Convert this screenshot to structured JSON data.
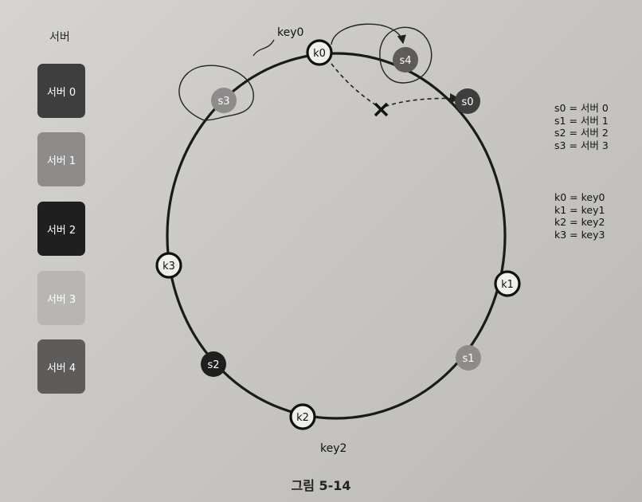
{
  "legend": {
    "title": "서버",
    "servers": [
      {
        "label": "서버 0",
        "color": "#3e3e3e",
        "text_color": "#ffffff"
      },
      {
        "label": "서버 1",
        "color": "#8e8c8a",
        "text_color": "#ffffff"
      },
      {
        "label": "서버 2",
        "color": "#1f1f1f",
        "text_color": "#ffffff"
      },
      {
        "label": "서버 3",
        "color": "#b8b6b3",
        "text_color": "#ffffff"
      },
      {
        "label": "서버 4",
        "color": "#5e5c5a",
        "text_color": "#ffffff"
      }
    ]
  },
  "server_mapping": [
    "s0 = 서버 0",
    "s1 = 서버 1",
    "s2 = 서버 2",
    "s3 = 서버 3"
  ],
  "key_mapping": [
    "k0 = key0",
    "k1 = key1",
    "k2 = key2",
    "k3 = key3"
  ],
  "ring": {
    "servers": [
      {
        "id": "s0",
        "label": "s0",
        "color": "#3e3e3e"
      },
      {
        "id": "s1",
        "label": "s1",
        "color": "#8e8c8a"
      },
      {
        "id": "s2",
        "label": "s2",
        "color": "#1f1f1f"
      },
      {
        "id": "s3",
        "label": "s3",
        "color": "#8e8c8a"
      },
      {
        "id": "s4",
        "label": "s4",
        "color": "#5e5c5a"
      }
    ],
    "keys": [
      {
        "id": "k0",
        "label": "k0"
      },
      {
        "id": "k1",
        "label": "k1"
      },
      {
        "id": "k2",
        "label": "k2"
      },
      {
        "id": "k3",
        "label": "k3"
      }
    ],
    "annotations": {
      "key0": "key0",
      "key2": "key2"
    }
  },
  "caption": "그림 5-14"
}
